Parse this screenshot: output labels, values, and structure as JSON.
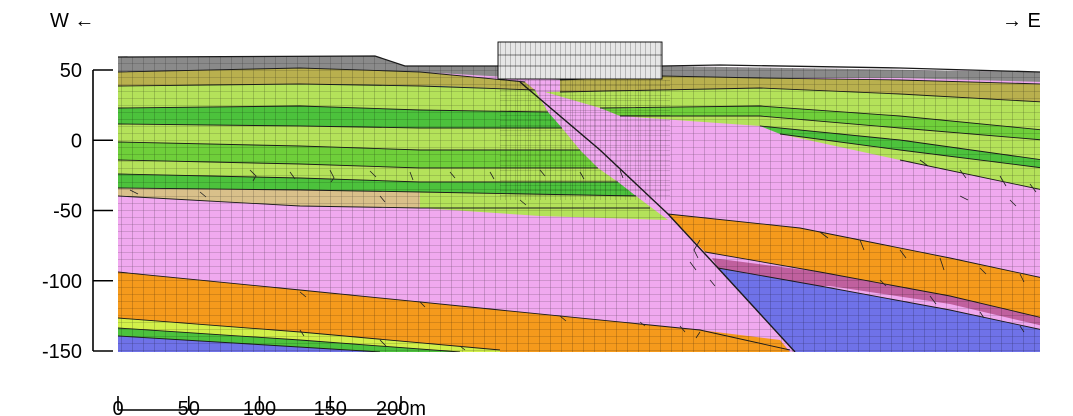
{
  "direction": {
    "west_label": "W ←",
    "east_label": "→ E"
  },
  "elevation_axis": {
    "ticks": [
      {
        "value": 50,
        "label": "50"
      },
      {
        "value": 0,
        "label": "0"
      },
      {
        "value": -50,
        "label": "-50"
      },
      {
        "value": -100,
        "label": "-100"
      },
      {
        "value": -150,
        "label": "-150"
      }
    ]
  },
  "scale_bar": {
    "ticks": [
      {
        "value": 0,
        "label": "0"
      },
      {
        "value": 50,
        "label": "50"
      },
      {
        "value": 100,
        "label": "100"
      },
      {
        "value": 150,
        "label": "150"
      },
      {
        "value": 200,
        "label": "200m"
      }
    ]
  },
  "colors": {
    "grey": "#8a8a8a",
    "light_green": "#b4e25a",
    "green": "#6fcf3a",
    "mid_green": "#4cc23c",
    "olive": "#b9b04e",
    "tan": "#d9c08a",
    "pink": "#f0a9ef",
    "orange": "#f59a1c",
    "blue": "#6f72e8",
    "magenta": "#c0609e",
    "teal": "#5aa9c4",
    "yellow_green": "#d2f04a",
    "structure": "#e6e6e6"
  }
}
